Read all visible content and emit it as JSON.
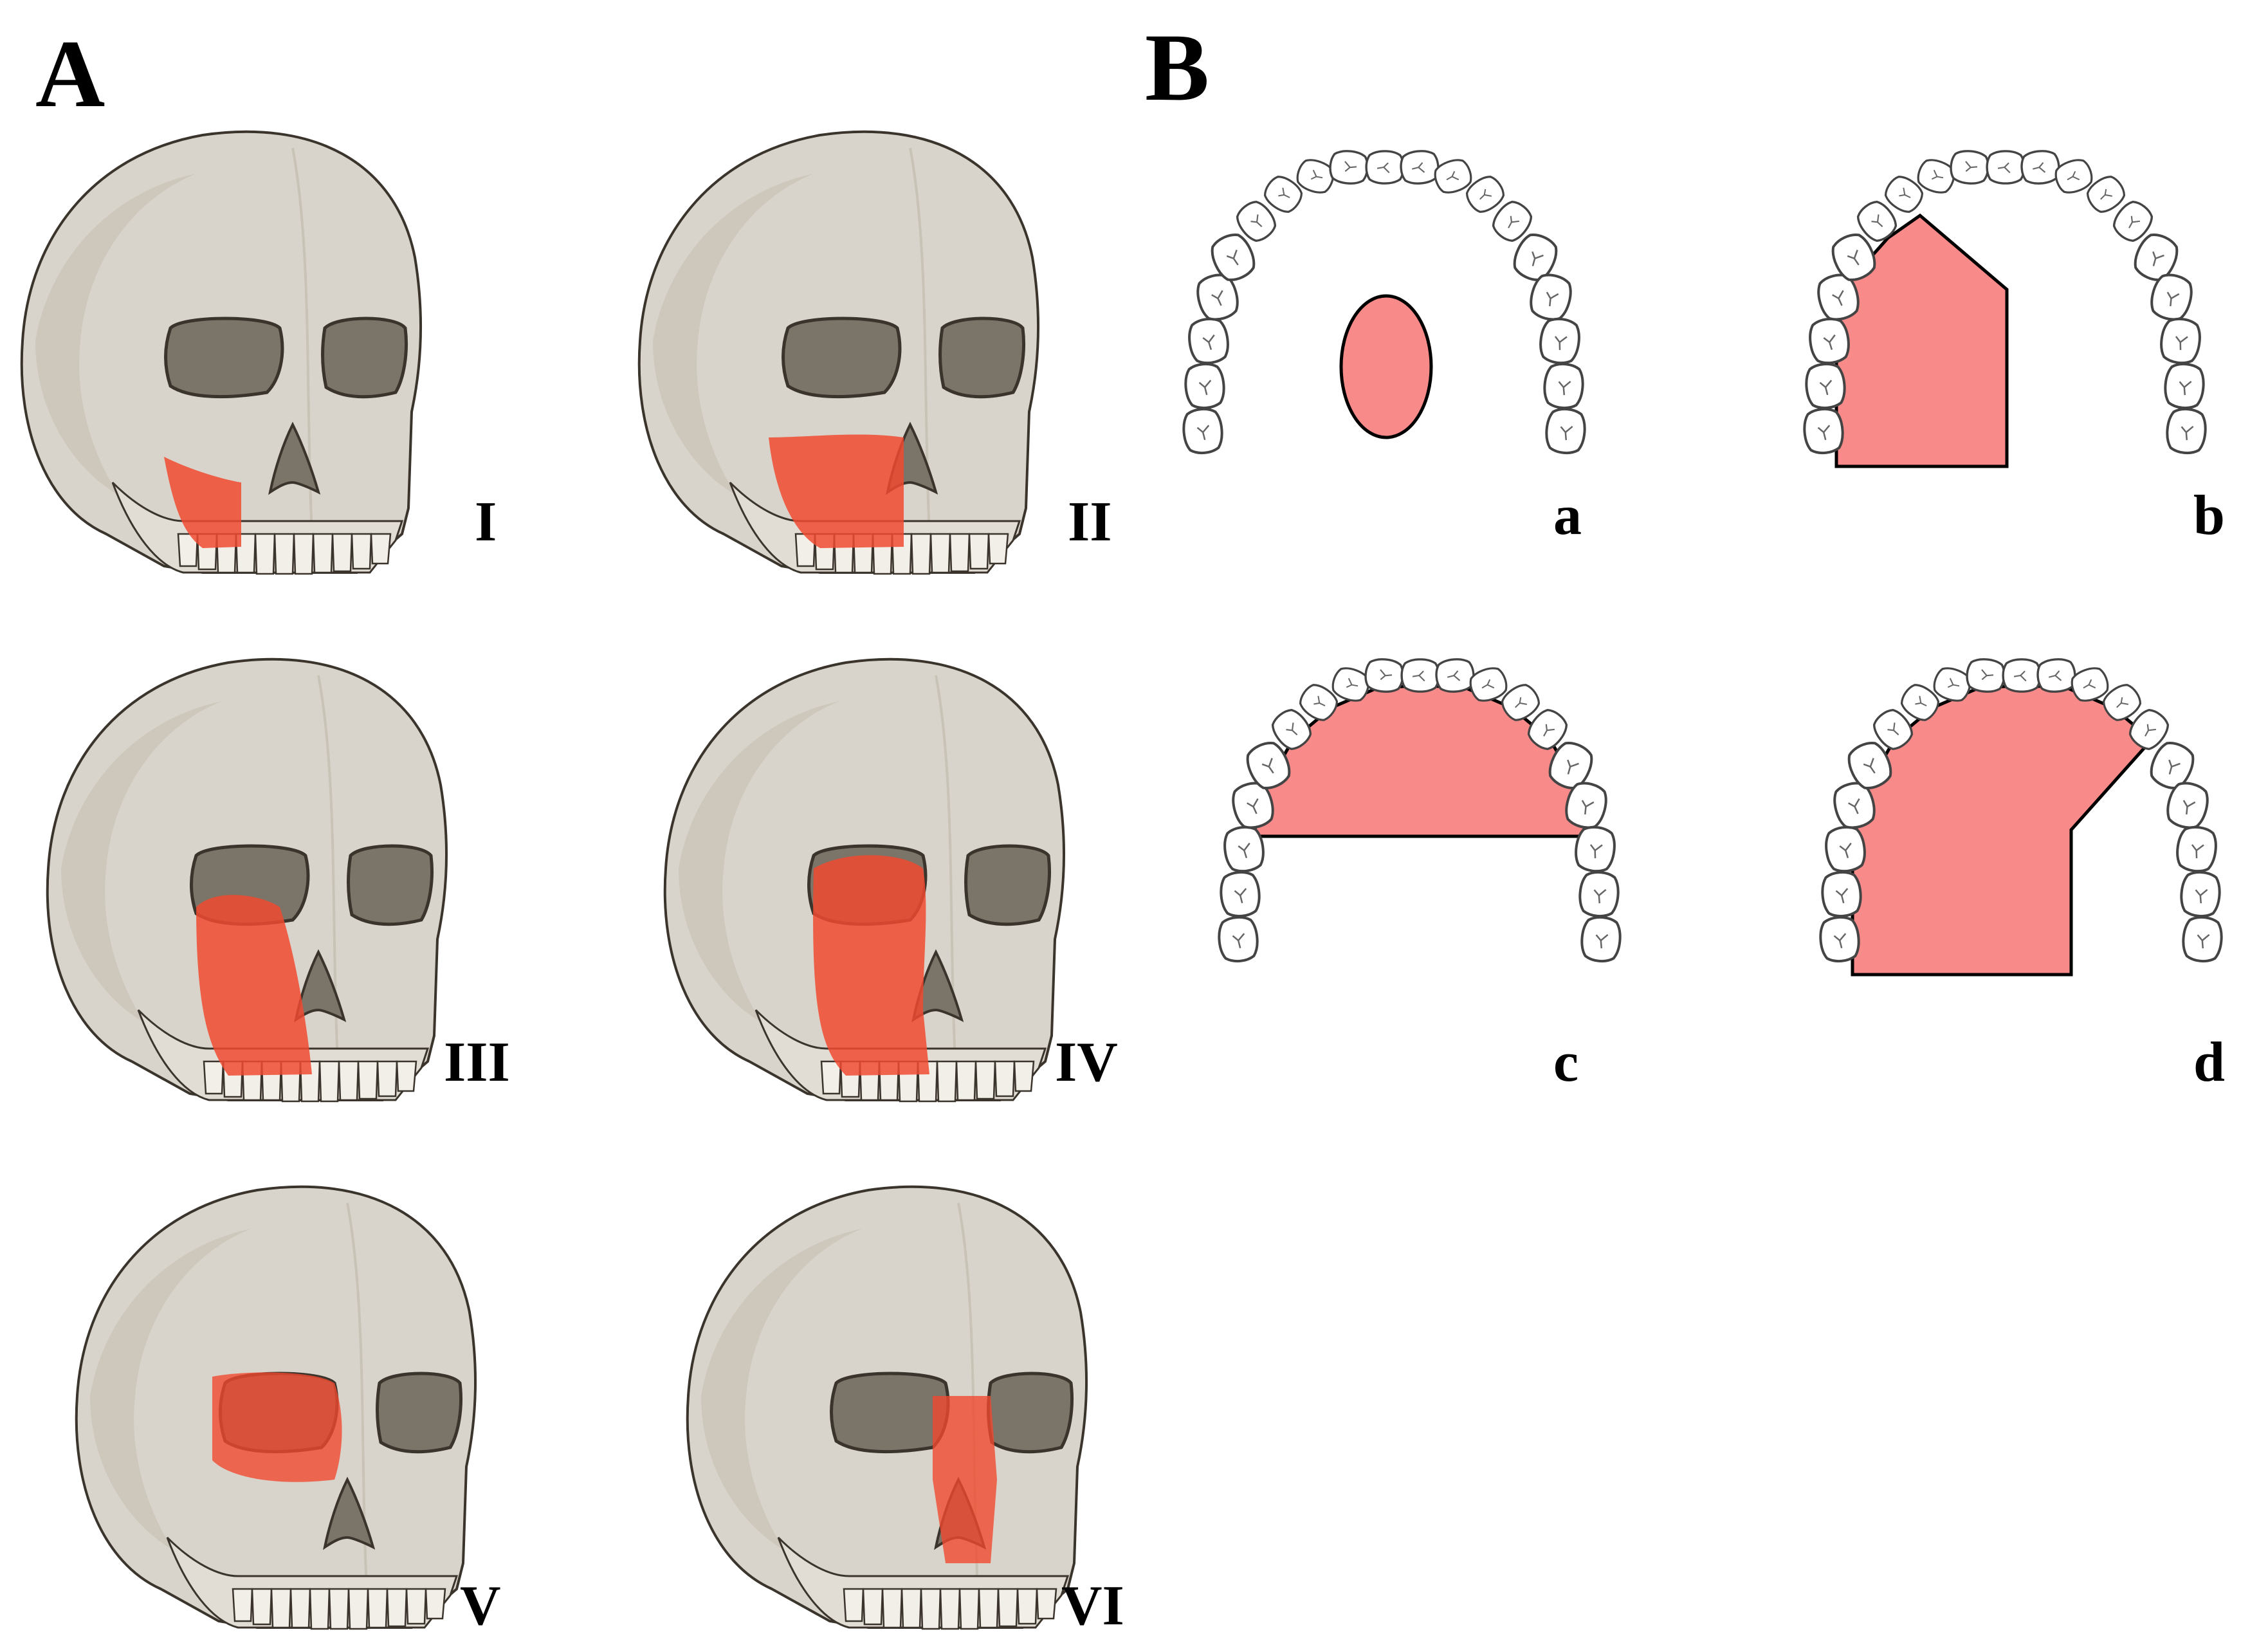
{
  "panels": {
    "A": {
      "letter": "A",
      "skulls": [
        {
          "label": "I"
        },
        {
          "label": "II"
        },
        {
          "label": "III"
        },
        {
          "label": "IV"
        },
        {
          "label": "V"
        },
        {
          "label": "VI"
        }
      ]
    },
    "B": {
      "letter": "B",
      "arches": [
        {
          "label": "a"
        },
        {
          "label": "b"
        },
        {
          "label": "c"
        },
        {
          "label": "d"
        }
      ]
    }
  },
  "colors": {
    "skull_bone": "#d9d4cb",
    "skull_shadow": "#b9b2a6",
    "orbit": "#7b7468",
    "outline": "#3a342c",
    "skull_highlight": "#f04a30",
    "palate_highlight": "#f98a8a",
    "tooth": "#ffffff",
    "tooth_outline": "#444444"
  }
}
